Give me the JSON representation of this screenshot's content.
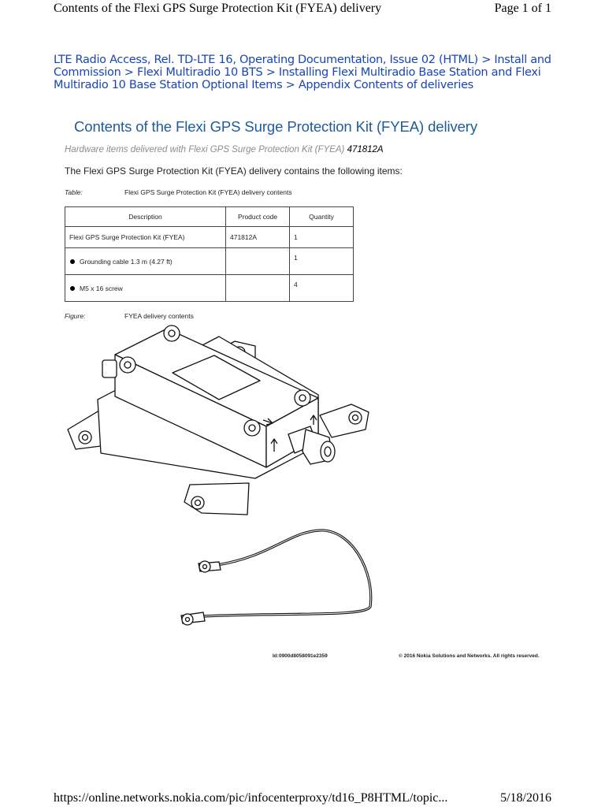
{
  "header": {
    "title": "Contents of the Flexi GPS Surge Protection Kit (FYEA) delivery",
    "page": "Page 1 of 1"
  },
  "breadcrumb": {
    "items": [
      "LTE Radio Access, Rel. TD-LTE 16, Operating Documentation, Issue 02 (HTML)",
      "Install and Commission",
      "Flexi Multiradio 10 BTS",
      "Installing Flexi Multiradio Base Station and Flexi Multiradio 10 Base Station Optional Items",
      "Appendix Contents of deliveries"
    ],
    "separator": ">"
  },
  "doc": {
    "title": "Contents of the Flexi GPS Surge Protection Kit (FYEA) delivery",
    "hardware_text": "Hardware items delivered with Flexi GPS Surge Protection Kit (FYEA)",
    "hardware_code": "471812A",
    "intro": "The Flexi GPS Surge Protection Kit (FYEA) delivery contains the following items:",
    "table_label": "Table:",
    "table_caption": "Flexi GPS Surge Protection Kit (FYEA) delivery contents",
    "table": {
      "headers": [
        "Description",
        "Product code",
        "Quantity"
      ],
      "rows": [
        {
          "description": "Flexi GPS Surge Protection Kit (FYEA)",
          "code": "471812A",
          "qty": "1"
        },
        {
          "description": "Grounding cable 1.3 m (4.27 ft)",
          "code": "",
          "qty": "1"
        },
        {
          "description": "M5 x 16 screw",
          "code": "",
          "qty": "4"
        }
      ]
    },
    "figure_label": "Figure:",
    "figure_caption": "FYEA delivery contents",
    "figure_id": "Id:0900d8058091e2359",
    "copyright": "© 2016 Nokia Solutions and Networks. All rights reserved."
  },
  "footer": {
    "url": "https://online.networks.nokia.com/pic/infocenterproxy/td16_P8HTML/topic...",
    "date": "5/18/2016"
  }
}
